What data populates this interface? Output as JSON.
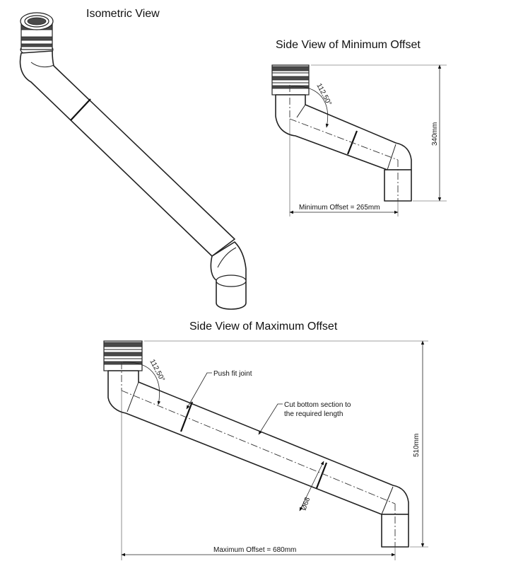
{
  "titles": {
    "isometric": "Isometric View",
    "minimum": "Side View of Minimum Offset",
    "maximum": "Side View of Maximum Offset"
  },
  "minimum_view": {
    "angle": "112,50°",
    "height": "340mm",
    "offset": "Minimum Offset = 265mm"
  },
  "maximum_view": {
    "angle": "112,50°",
    "height": "510mm",
    "offset": "Maximum Offset = 680mm",
    "diameter": "Ø68",
    "note_joint": "Push fit joint",
    "note_cut_line1": "Cut bottom section to",
    "note_cut_line2": "the required length"
  },
  "colors": {
    "line": "#222222",
    "hub_band": "#4a4a4a",
    "background": "#ffffff"
  }
}
